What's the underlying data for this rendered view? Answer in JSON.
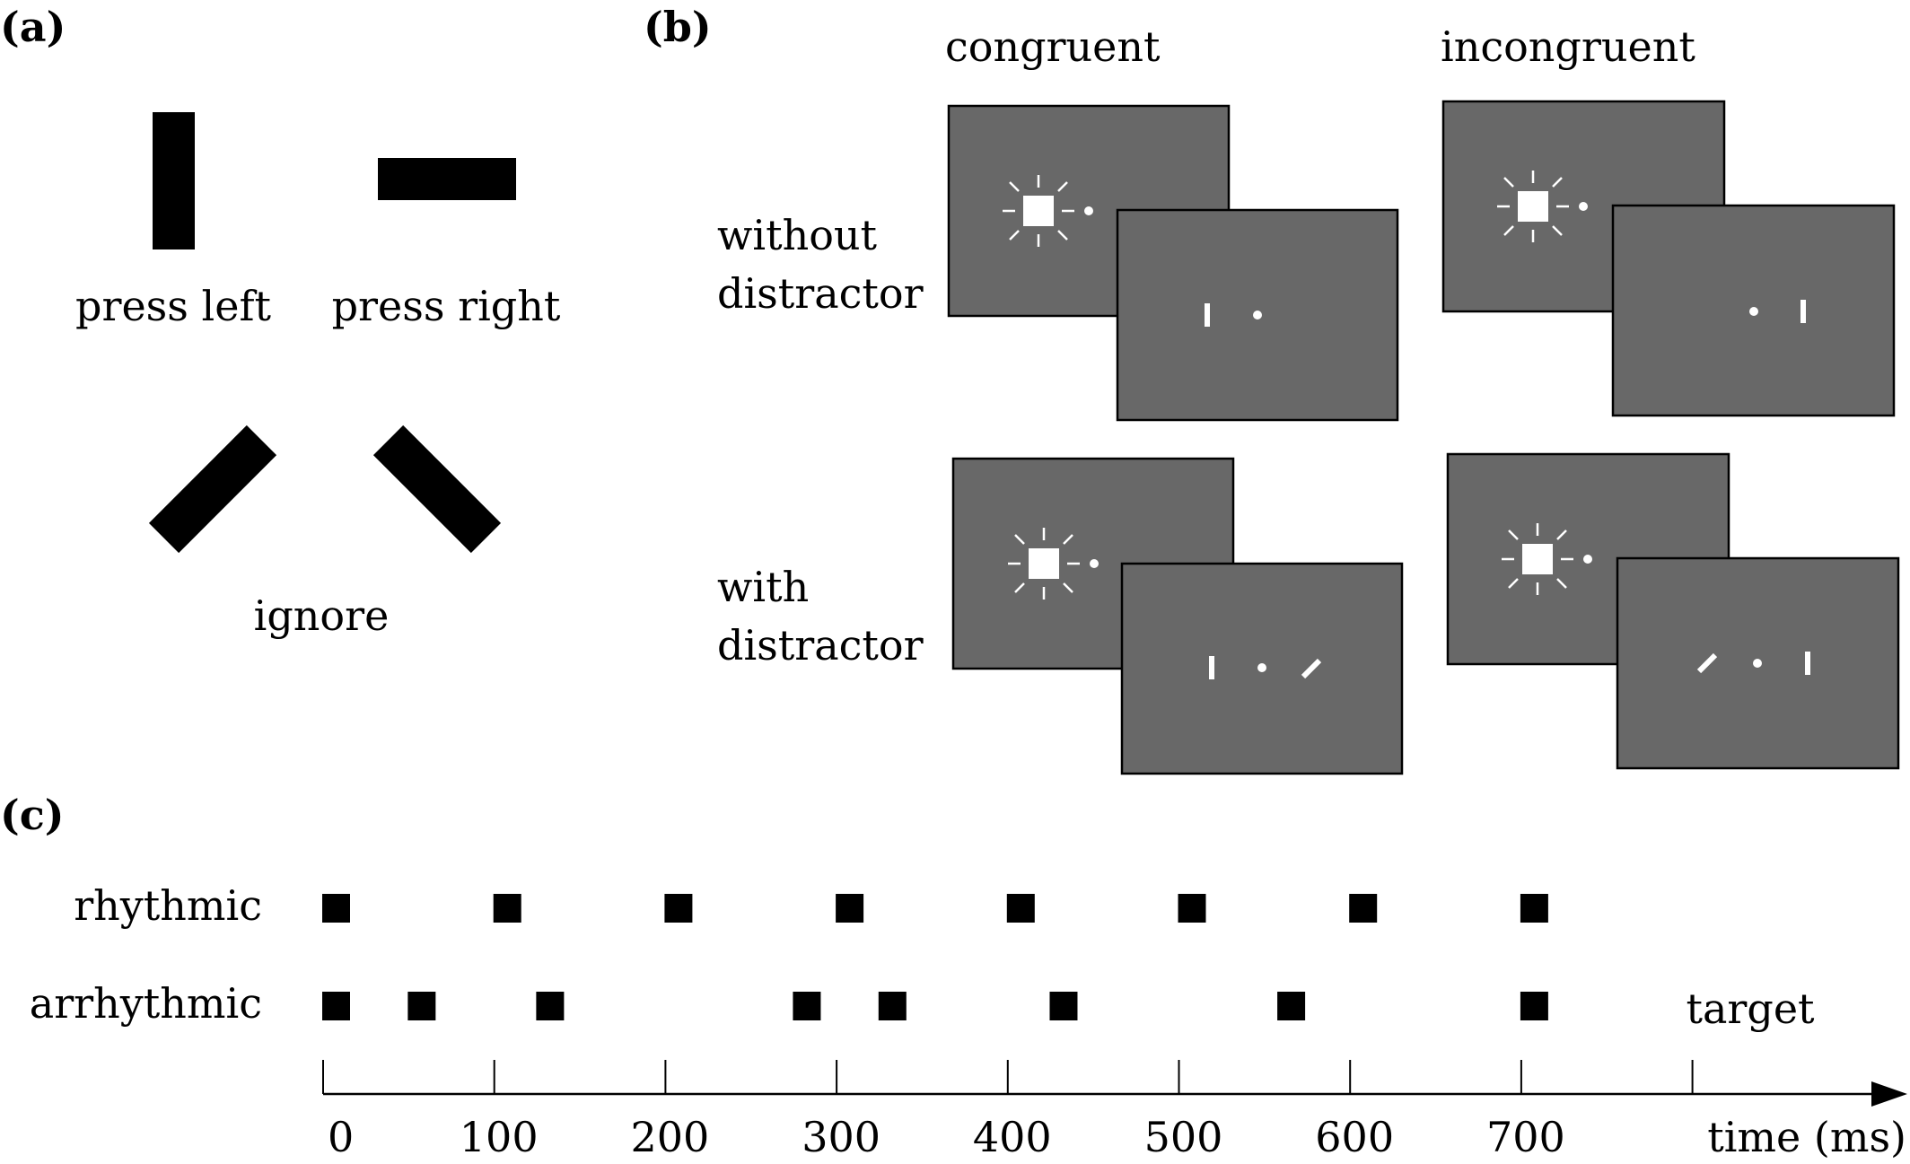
{
  "panel_a": {
    "label": "(a)",
    "stimuli": [
      {
        "orientation": "vertical",
        "response_label": "press left"
      },
      {
        "orientation": "horizontal",
        "response_label": "press right"
      }
    ],
    "diagonal_label": "ignore"
  },
  "panel_b": {
    "label": "(b)",
    "columns": [
      "congruent",
      "incongruent"
    ],
    "rows": [
      {
        "label_line1": "without",
        "label_line2": "distractor"
      },
      {
        "label_line1": "with",
        "label_line2": "distractor"
      }
    ],
    "screen_color": "#686868"
  },
  "panel_c": {
    "label": "(c)",
    "conditions": [
      {
        "name": "rhythmic",
        "onsets_ms": [
          0,
          100,
          200,
          300,
          400,
          500,
          600,
          700
        ]
      },
      {
        "name": "arrhythmic",
        "onsets_ms": [
          0,
          50,
          125,
          275,
          325,
          425,
          558,
          700
        ]
      }
    ],
    "target_label": "target",
    "axis_label": "time (ms)",
    "ticks_ms": [
      0,
      100,
      200,
      300,
      400,
      500,
      600,
      700,
      800
    ],
    "tick_labels": [
      "0",
      "100",
      "200",
      "300",
      "400",
      "500",
      "600",
      "700"
    ]
  }
}
